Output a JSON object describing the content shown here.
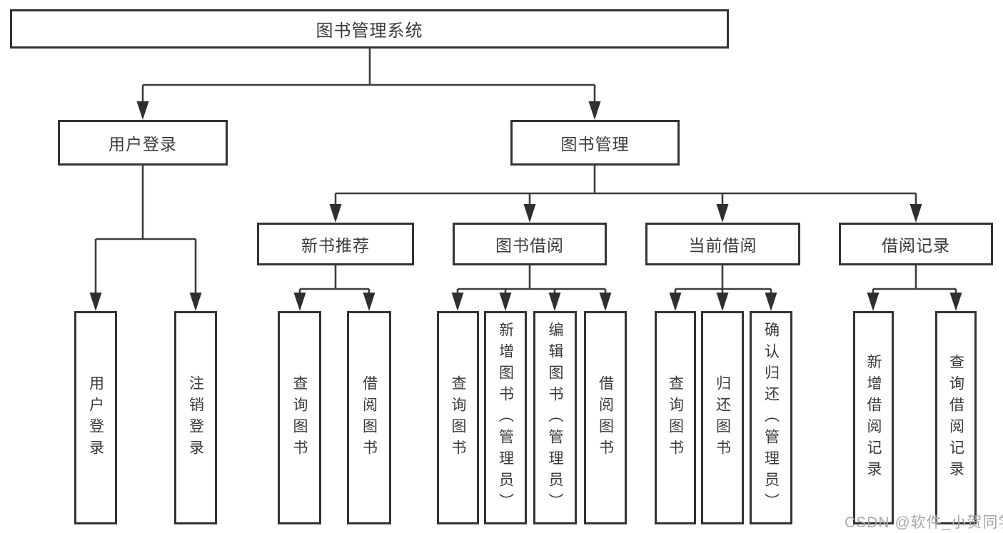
{
  "tree": {
    "root": "图书管理系统",
    "branches": [
      {
        "label": "用户登录",
        "children": [
          "用户登录",
          "注销登录"
        ]
      },
      {
        "label": "图书管理",
        "children": [
          {
            "label": "新书推荐",
            "children": [
              "查询图书",
              "借阅图书"
            ]
          },
          {
            "label": "图书借阅",
            "children": [
              "查询图书",
              "新增图书（管理员）",
              "编辑图书（管理员）",
              "借阅图书"
            ]
          },
          {
            "label": "当前借阅",
            "children": [
              "查询图书",
              "归还图书",
              "确认归还（管理员）"
            ]
          },
          {
            "label": "借阅记录",
            "children": [
              "新增借阅记录",
              "查询借阅记录"
            ]
          }
        ]
      }
    ]
  },
  "colors": {
    "line": "#3d3d3d",
    "border": "#333333",
    "text": "#3a3a3a",
    "watermark": "#a8a8a8"
  },
  "watermark": "CSDN @软件_小贺同学"
}
